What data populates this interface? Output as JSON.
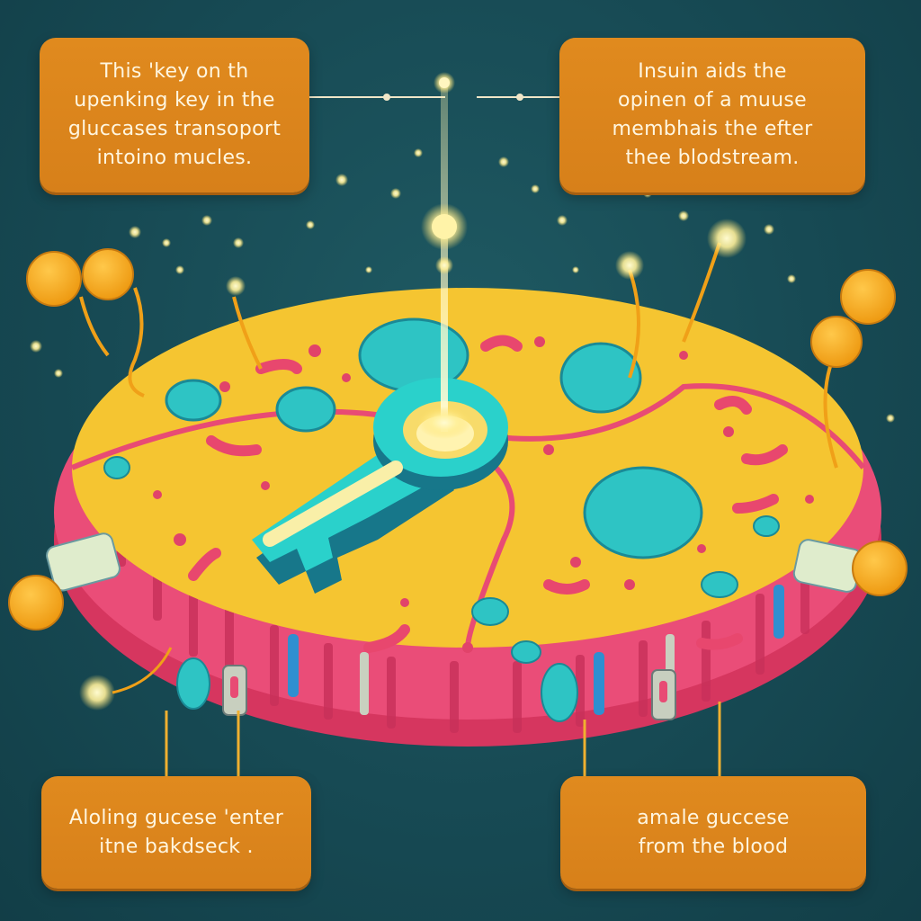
{
  "callouts": {
    "top_left": {
      "lines": [
        "This 'key on th",
        "upenking key in the",
        "gluccases transoport",
        "intoino mucles."
      ]
    },
    "top_right": {
      "lines": [
        "Insuin aids the",
        "opinen of a muuse",
        "membhais the efter",
        "thee blodstream."
      ]
    },
    "bottom_left": {
      "lines": [
        "Aloling gucese 'enter",
        "itne bakdseck ."
      ]
    },
    "bottom_right": {
      "lines": [
        "amale guccese",
        "from the blood"
      ]
    }
  },
  "illustration": {
    "subject": "cell membrane with insulin key and glucose transporters",
    "colors": {
      "background": "#174a54",
      "callout": "#d7801a",
      "cytoplasm": "#f5c531",
      "membrane": "#e8456e",
      "key": "#2ccbc4",
      "glucose": "#f4a81d",
      "glow": "#fff3a0"
    }
  }
}
